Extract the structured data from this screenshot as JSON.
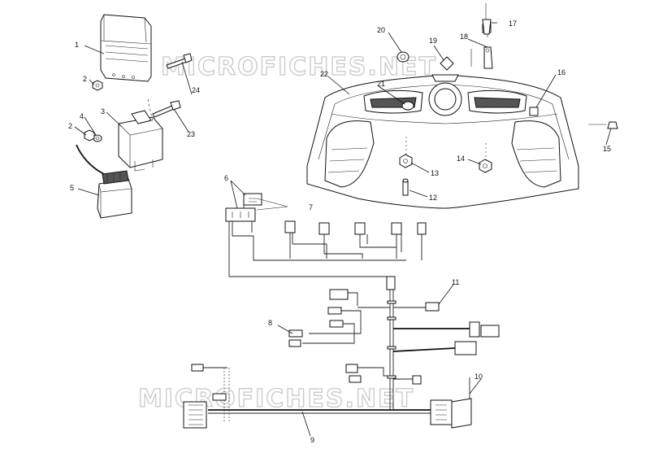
{
  "watermark": "MICROFICHES.NET",
  "callouts": [
    "1",
    "2",
    "3",
    "4",
    "2",
    "5",
    "6",
    "7",
    "24",
    "23",
    "20",
    "19",
    "18",
    "17",
    "22",
    "21",
    "16",
    "15",
    "14",
    "13",
    "12",
    "11",
    "8",
    "10",
    "9"
  ]
}
